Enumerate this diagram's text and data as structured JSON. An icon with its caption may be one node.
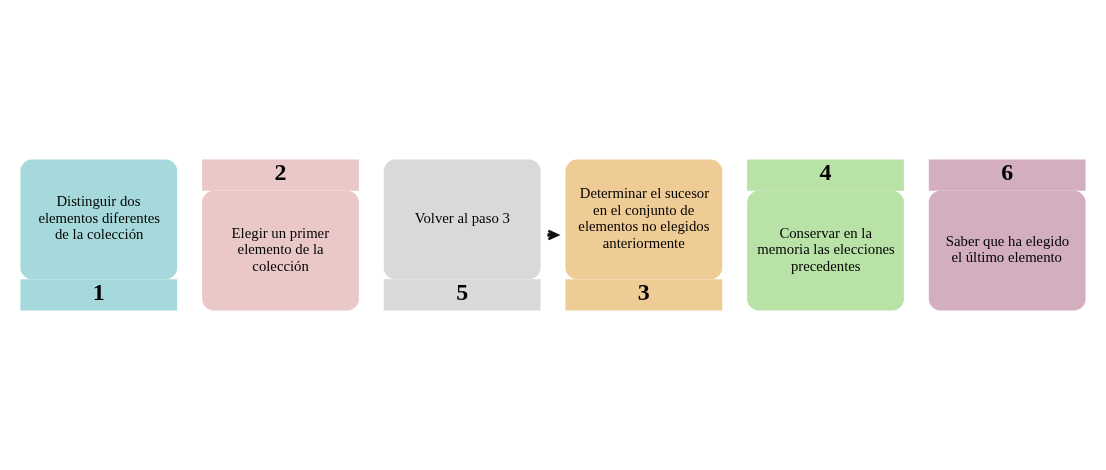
{
  "diagram": {
    "nodes": [
      {
        "text": [
          "Distinguir dos elementos diferentes de la colección"
        ],
        "beside": [
          "1"
        ]
      },
      {
        "text": [
          "Elegir un primer elemento de la colección"
        ],
        "beside": [
          "2"
        ]
      },
      {
        "text": [
          "Determinar el sucesor en el conjunto de elementos no elegidos anteriormente"
        ],
        "beside": [
          "3"
        ]
      },
      {
        "text": [
          "Conservar en la memoria las elecciones precedentes"
        ],
        "beside": [
          "4"
        ]
      },
      {
        "text": [
          "Volver al paso 3"
        ],
        "beside": [
          "5"
        ]
      },
      {
        "text": [
          "Saber que ha elegido el último elemento"
        ],
        "beside": [
          "6"
        ]
      }
    ],
    "edges": [
      {
        "from": 4,
        "to": 2,
        "arrow": "to"
      }
    ]
  }
}
